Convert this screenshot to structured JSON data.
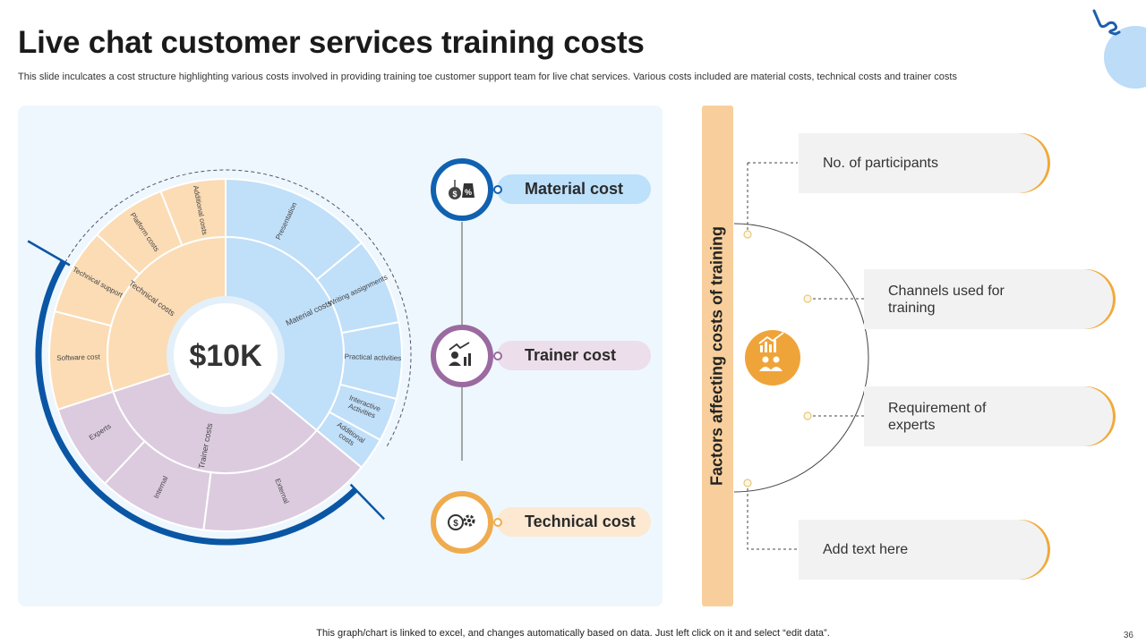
{
  "header": {
    "title": "Live chat customer services training costs",
    "subtitle": "This slide inculcates a cost structure highlighting various costs involved in providing training toe customer support team for live chat services. Various costs included are material costs, technical costs and trainer costs"
  },
  "chart_data": {
    "type": "sunburst",
    "center_label": "$10K",
    "inner": [
      {
        "label": "Material costs",
        "share": 36
      },
      {
        "label": "Trainer costs",
        "share": 34
      },
      {
        "label": "Technical costs",
        "share": 30
      }
    ],
    "outer": [
      {
        "label": "Presentation",
        "parent": "Material costs",
        "share": 14
      },
      {
        "label": "Writing assignments",
        "parent": "Material costs",
        "share": 8
      },
      {
        "label": "Practical activities",
        "parent": "Material costs",
        "share": 7
      },
      {
        "label": "Interactive Activities",
        "parent": "Material costs",
        "share": 4
      },
      {
        "label": "Additional costs",
        "parent": "Material costs",
        "share": 3
      },
      {
        "label": "External",
        "parent": "Trainer costs",
        "share": 16
      },
      {
        "label": "Internal",
        "parent": "Trainer costs",
        "share": 10
      },
      {
        "label": "Experts",
        "parent": "Trainer costs",
        "share": 8
      },
      {
        "label": "Software cost",
        "parent": "Technical costs",
        "share": 9
      },
      {
        "label": "Technical support",
        "parent": "Technical costs",
        "share": 8
      },
      {
        "label": "Platform costs",
        "parent": "Technical costs",
        "share": 7
      },
      {
        "label": "Additional costs",
        "parent": "Technical costs",
        "share": 6
      }
    ],
    "colors": {
      "Material costs": "#c0dff9",
      "Trainer costs": "#dccbdf",
      "Technical costs": "#fbdcb5",
      "accent_blue": "#0a56a5"
    }
  },
  "legend": [
    {
      "label": "Material cost",
      "icon": "money-percent-icon",
      "ring_color": "#1061b0",
      "pill_color": "#bde0fb"
    },
    {
      "label": "Trainer cost",
      "icon": "trainer-growth-icon",
      "ring_color": "#9a6aa0",
      "pill_color": "#ecdeea"
    },
    {
      "label": "Technical cost",
      "icon": "money-gear-icon",
      "ring_color": "#efab4d",
      "pill_color": "#fde8d2"
    }
  ],
  "factors": {
    "bar_label": "Factors affecting costs of training",
    "center_icon": "audience-chart-icon",
    "items": [
      {
        "label": "No. of participants"
      },
      {
        "label": "Channels used for training"
      },
      {
        "label": "Requirement of experts"
      },
      {
        "label": "Add text here"
      }
    ]
  },
  "footer": {
    "note": "This graph/chart is linked to excel, and changes automatically based on data. Just left click on it and select “edit data”.",
    "page_number": "36"
  }
}
